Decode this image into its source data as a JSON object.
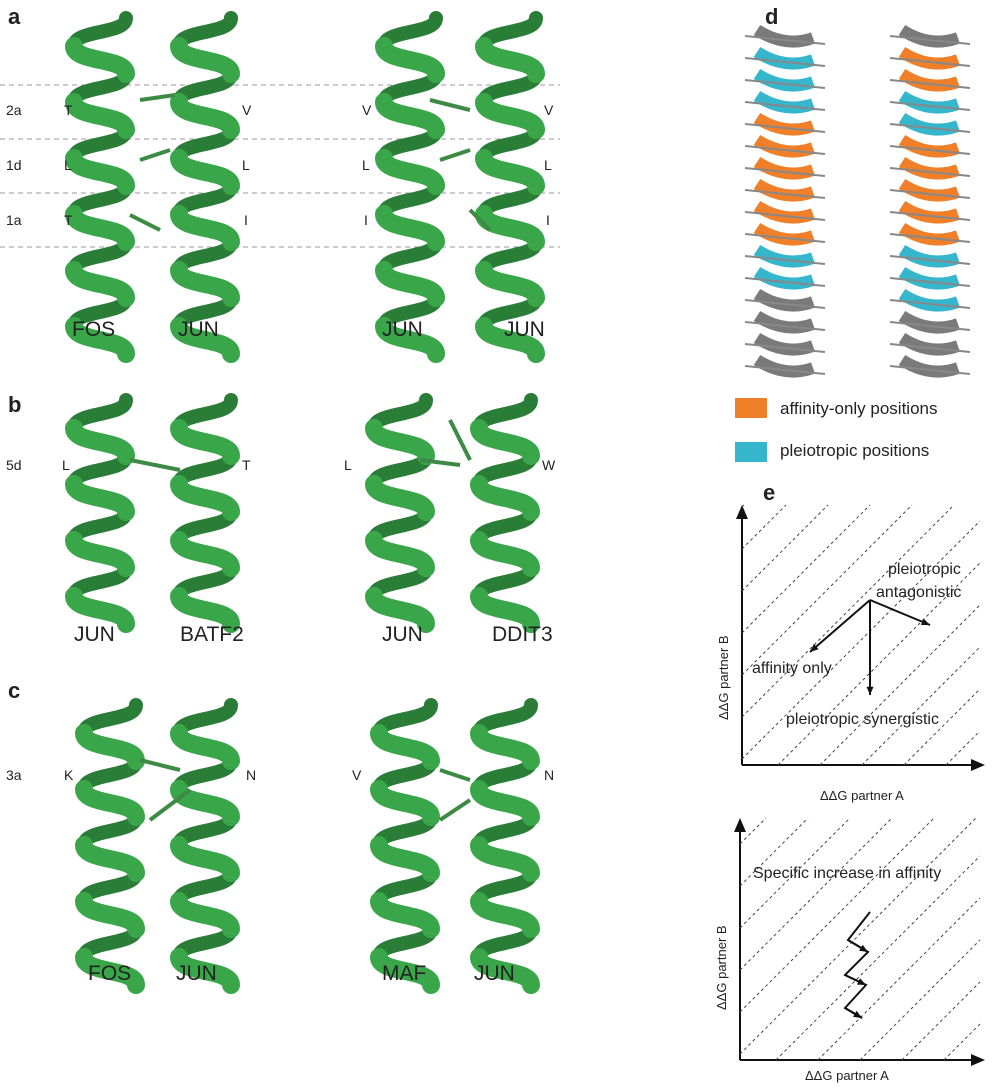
{
  "panels": {
    "a": {
      "label": "a",
      "rows": [
        "2a",
        "1d",
        "1a"
      ],
      "left": {
        "residues_left": [
          "T",
          "L",
          "T"
        ],
        "residues_right": [
          "V",
          "L",
          "I"
        ],
        "names": [
          "FOS",
          "JUN"
        ]
      },
      "right": {
        "residues_left": [
          "V",
          "L",
          "I"
        ],
        "residues_right": [
          "V",
          "L",
          "I"
        ],
        "names": [
          "JUN",
          "JUN"
        ]
      }
    },
    "b": {
      "label": "b",
      "row": "5d",
      "left": {
        "residues": [
          "L",
          "T"
        ],
        "names": [
          "JUN",
          "BATF2"
        ]
      },
      "right": {
        "residues": [
          "L",
          "W"
        ],
        "names": [
          "JUN",
          "DDIT3"
        ]
      }
    },
    "c": {
      "label": "c",
      "row": "3a",
      "left": {
        "residues": [
          "K",
          "N"
        ],
        "names": [
          "FOS",
          "JUN"
        ]
      },
      "right": {
        "residues": [
          "V",
          "N"
        ],
        "names": [
          "MAF",
          "JUN"
        ]
      }
    },
    "d": {
      "label": "d",
      "legend": [
        {
          "label": "affinity-only positions",
          "color": "#f07f2a"
        },
        {
          "label": "pleiotropic positions",
          "color": "#36b6cc"
        }
      ]
    },
    "e": {
      "label": "e",
      "plot1": {
        "ylabel": "ΔΔG partner B",
        "xlabel": "ΔΔG partner A",
        "annotations": [
          "pleiotropic",
          "antagonistic",
          "affinity only",
          "pleiotropic synergistic"
        ]
      },
      "plot2": {
        "ylabel": "ΔΔG partner B",
        "xlabel": "ΔΔG partner A",
        "annotation": "Specific increase in affinity"
      }
    }
  },
  "colors": {
    "helix": "#3aa64a",
    "helix_dark": "#2a7d36",
    "grey": "#7a7a7a"
  }
}
